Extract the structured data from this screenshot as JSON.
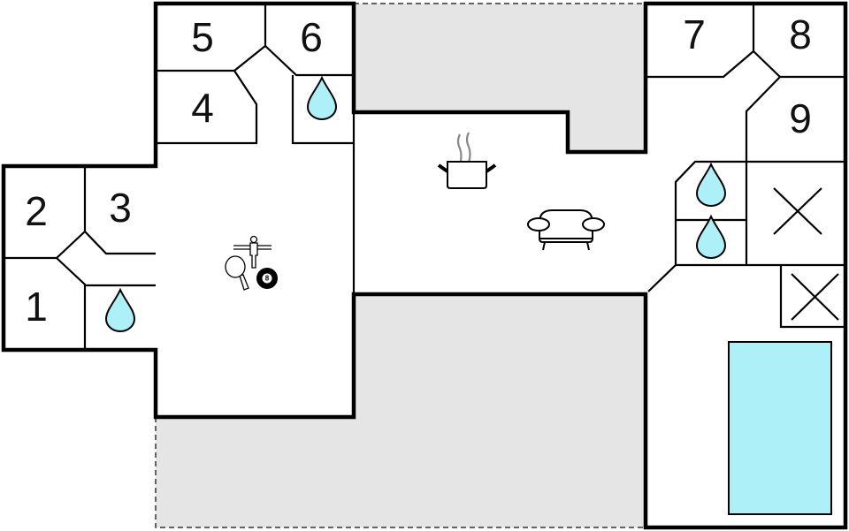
{
  "floorplan": {
    "rooms": [
      {
        "label": "1"
      },
      {
        "label": "2"
      },
      {
        "label": "3"
      },
      {
        "label": "4"
      },
      {
        "label": "5"
      },
      {
        "label": "6"
      },
      {
        "label": "7"
      },
      {
        "label": "8"
      },
      {
        "label": "9"
      }
    ],
    "icons": [
      "water-drop-icon",
      "cooking-pot-icon",
      "sofa-icon",
      "table-football-icon",
      "table-tennis-icon",
      "billiard-ball-icon",
      "cross-icon",
      "pool"
    ],
    "billiard_ball_number": "8",
    "colors": {
      "water": "#aef0f8",
      "outdoor": "#e5e5e5",
      "wall": "#000000"
    }
  }
}
